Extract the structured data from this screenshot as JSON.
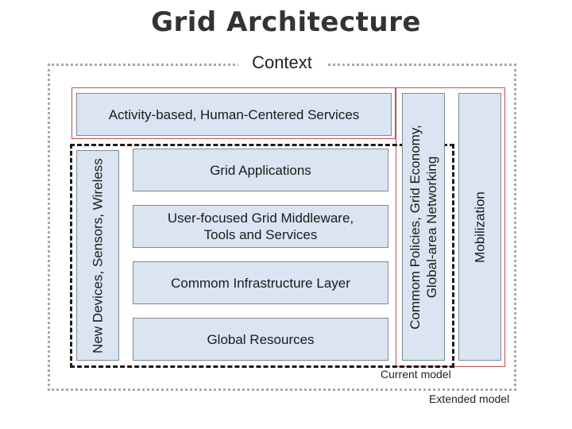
{
  "slide_title": "Grid Architecture",
  "context_label": "Context",
  "boxes": {
    "services": "Activity-based, Human-Centered Services",
    "grid_applications": "Grid Applications",
    "middleware": "User-focused Grid Middleware, Tools and Services",
    "infrastructure": "Commom Infrastructure Layer",
    "global_resources": "Global Resources",
    "devices": "New Devices, Sensors, Wireless",
    "policies": "Commom Policies, Grid Economy, Global-area Networking",
    "mobilization": "Mobilization"
  },
  "captions": {
    "current_model": "Current model",
    "extended_model": "Extended model"
  },
  "colors": {
    "box_fill": "#dbe5f1",
    "box_border": "#7d8996",
    "red_frame": "#c0504d",
    "dashed_frame": "#1a1a1a",
    "dotted_frame": "#a8a8a8"
  }
}
